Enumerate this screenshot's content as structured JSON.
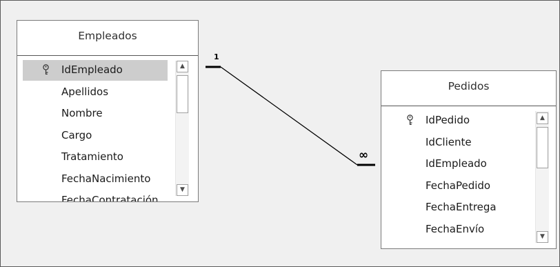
{
  "relationship": {
    "one_label": "1",
    "many_label": "∞"
  },
  "tables": {
    "empleados": {
      "title": "Empleados",
      "fields": [
        {
          "name": "IdEmpleado",
          "primary_key": true
        },
        {
          "name": "Apellidos",
          "primary_key": false
        },
        {
          "name": "Nombre",
          "primary_key": false
        },
        {
          "name": "Cargo",
          "primary_key": false
        },
        {
          "name": "Tratamiento",
          "primary_key": false
        },
        {
          "name": "FechaNacimiento",
          "primary_key": false
        },
        {
          "name": "FechaContratación",
          "primary_key": false
        }
      ]
    },
    "pedidos": {
      "title": "Pedidos",
      "fields": [
        {
          "name": "IdPedido",
          "primary_key": true
        },
        {
          "name": "IdCliente",
          "primary_key": false
        },
        {
          "name": "IdEmpleado",
          "primary_key": false
        },
        {
          "name": "FechaPedido",
          "primary_key": false
        },
        {
          "name": "FechaEntrega",
          "primary_key": false
        },
        {
          "name": "FechaEnvío",
          "primary_key": false
        }
      ]
    }
  },
  "icons": {
    "primary_key": "key-icon",
    "scroll_up": "arrow-up-icon",
    "scroll_down": "arrow-down-icon"
  }
}
